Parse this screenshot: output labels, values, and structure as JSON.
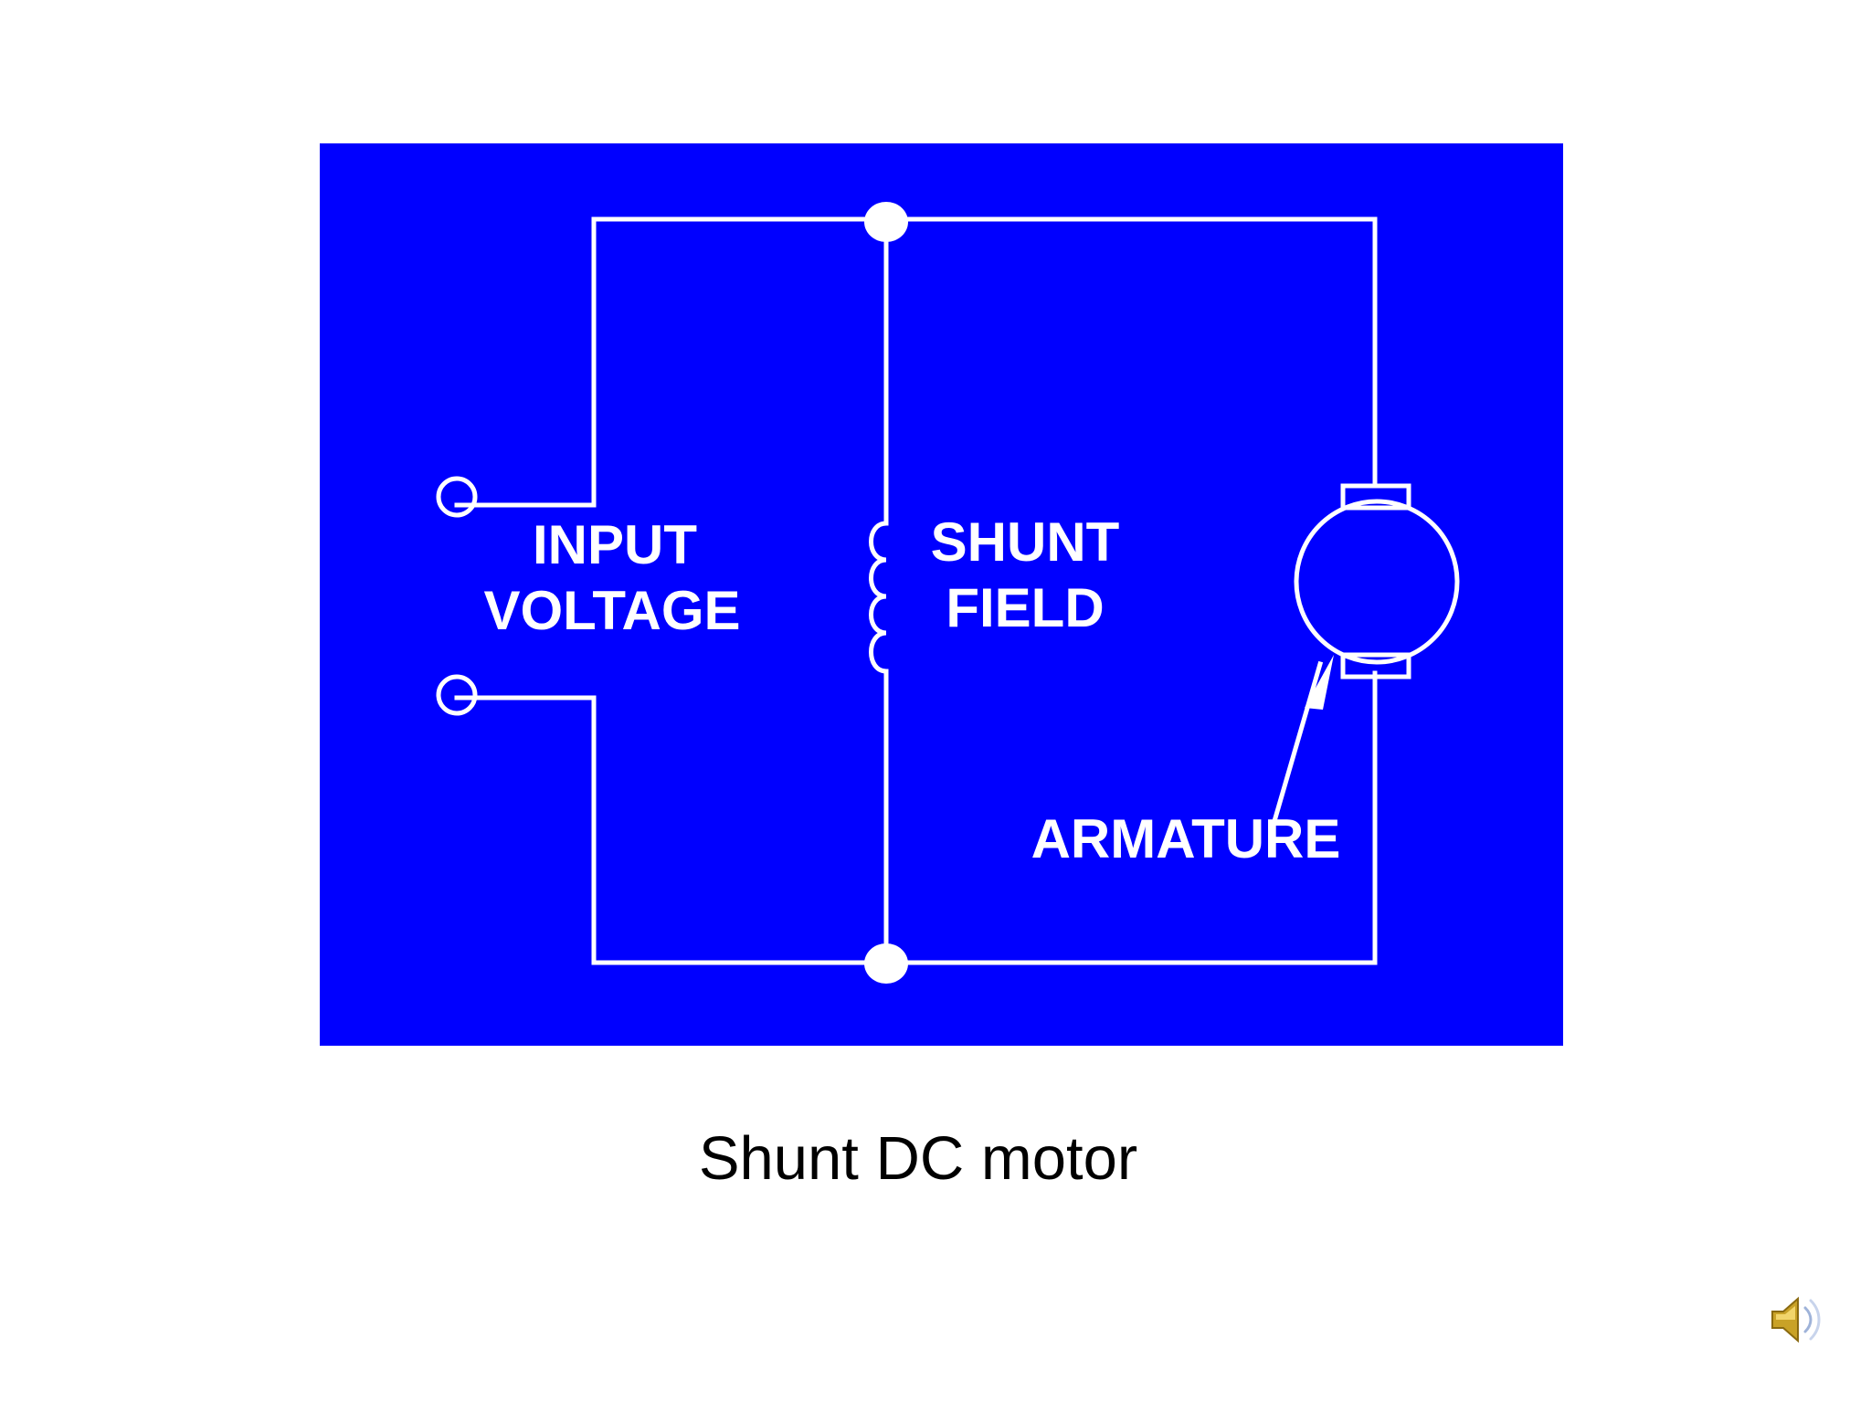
{
  "diagram": {
    "background_color": "#0000ff",
    "line_color": "#ffffff",
    "labels": {
      "input_voltage_line1": "INPUT",
      "input_voltage_line2": "VOLTAGE",
      "shunt_field_line1": "SHUNT",
      "shunt_field_line2": "FIELD",
      "armature": "ARMATURE"
    }
  },
  "caption": "Shunt DC motor",
  "icons": {
    "speaker": "speaker-icon"
  }
}
